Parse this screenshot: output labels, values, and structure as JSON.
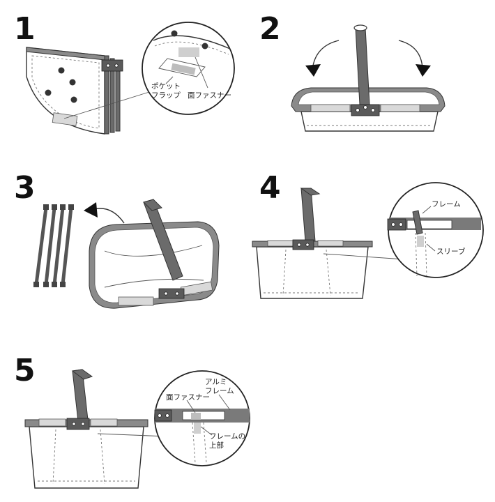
{
  "steps": [
    {
      "number": "1",
      "labels": [
        "ポケット",
        "フラップ",
        "面ファスナー"
      ]
    },
    {
      "number": "2",
      "labels": []
    },
    {
      "number": "3",
      "labels": []
    },
    {
      "number": "4",
      "labels": [
        "フレーム",
        "スリーブ"
      ]
    },
    {
      "number": "5",
      "labels": [
        "アルミ",
        "フレーム",
        "面ファスナー",
        "フレームの",
        "上部"
      ]
    }
  ]
}
